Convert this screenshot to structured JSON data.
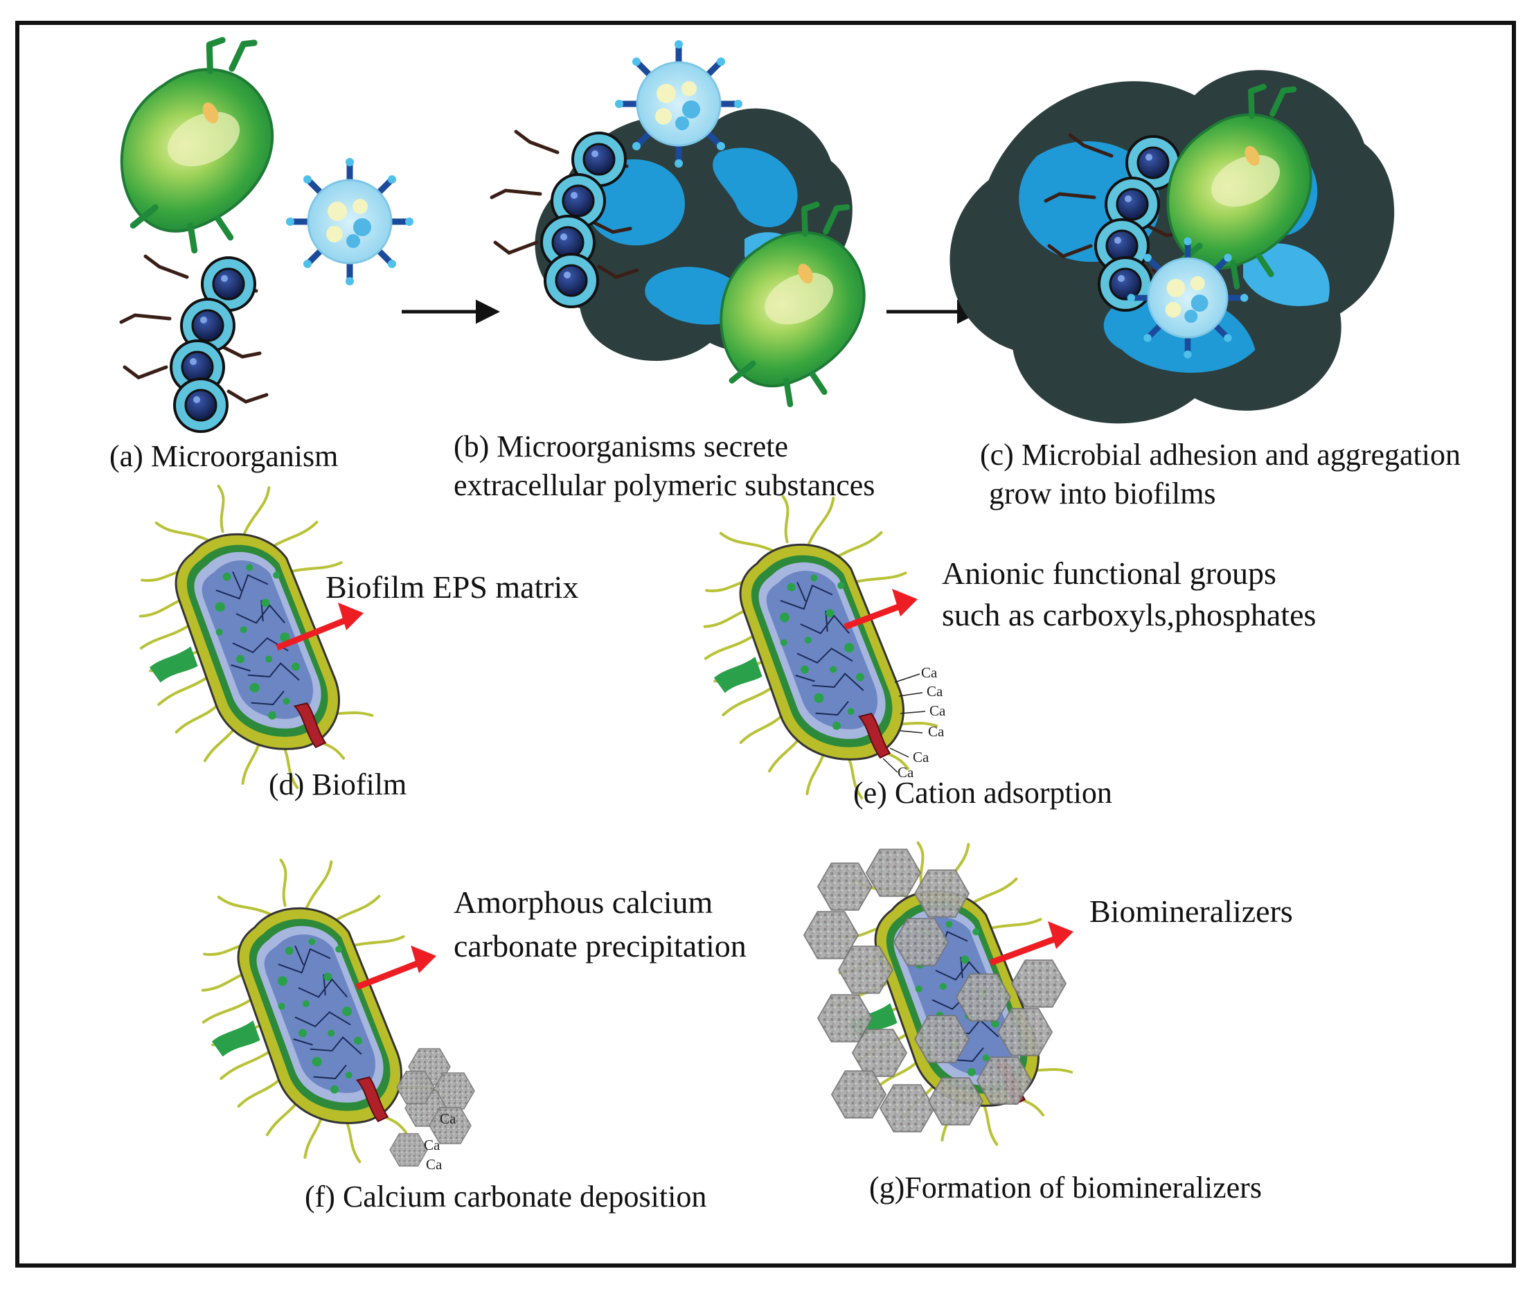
{
  "captions": {
    "a": "(a) Microorganism",
    "b_line1": "(b) Microorganisms secrete",
    "b_line2": "extracellular polymeric substances",
    "c_line1": "(c) Microbial adhesion and aggregation",
    "c_line2": "grow into biofilms",
    "d": "(d) Biofilm",
    "e": "(e) Cation adsorption",
    "f": "(f) Calcium carbonate deposition",
    "g": "(g)Formation of biomineralizers"
  },
  "pointers": {
    "d": "Biofilm EPS matrix",
    "e_line1": "Anionic functional groups",
    "e_line2": "such as carboxyls,phosphates",
    "f_line1": "Amorphous calcium",
    "f_line2": "carbonate precipitation",
    "g": "Biomineralizers"
  },
  "cation_label": "Ca",
  "colors": {
    "green_bacterium": "#2e9b3f",
    "cocci_cyan": "#5ec4de",
    "cocci_nucleus": "#1c2f66",
    "eps_dark": "#2c3e3e",
    "eps_blue": "#1f9ad6",
    "cell_body": "#6c86c4",
    "cell_wall": "#b9bd2a",
    "flagella": "#b9c237",
    "arrow_red": "#ee1d23",
    "mineral_gray": "#9a9a9a"
  }
}
